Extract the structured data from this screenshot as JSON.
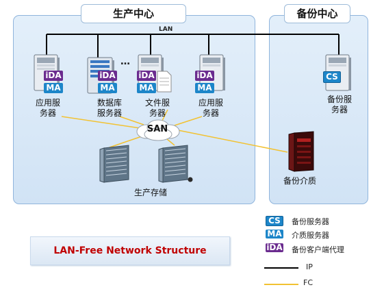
{
  "regions": {
    "production_title": "生产中心",
    "backup_title": "备份中心"
  },
  "lan_label": "LAN",
  "servers": [
    {
      "label": "应用服\n务器",
      "badges": [
        "iDA",
        "MA"
      ]
    },
    {
      "label": "数据库\n服务器",
      "badges": [
        "iDA",
        "MA"
      ]
    },
    {
      "label": "文件服\n务器",
      "badges": [
        "iDA",
        "MA"
      ]
    },
    {
      "label": "应用服\n务器",
      "badges": [
        "iDA",
        "MA"
      ]
    }
  ],
  "ellipsis": "…",
  "backup_server": {
    "label": "备份服\n务器",
    "badge": "CS"
  },
  "san_label": "SAN",
  "storage_label": "生产存储",
  "backup_media_label": "备份介质",
  "structure_title": "LAN-Free  Network Structure",
  "legend": {
    "cs_badge": "CS",
    "cs_text": "备份服务器",
    "ma_badge": "MA",
    "ma_text": "介质服务器",
    "ida_badge": "iDA",
    "ida_text": "备份客户端代理",
    "ip_text": "IP",
    "fc_text": "FC"
  },
  "colors": {
    "ip_line": "#000000",
    "fc_line": "#f2c232",
    "ida_badge": "#6b2c8f",
    "ma_badge": "#1d86c9",
    "structure_text": "#c00000"
  }
}
